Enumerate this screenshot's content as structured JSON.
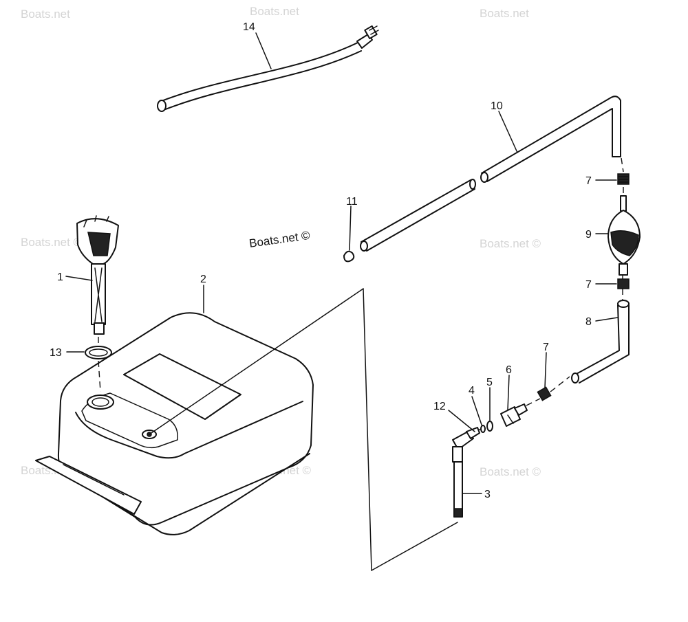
{
  "watermark": "Boats.net",
  "watermark_c": "Boats.net ©",
  "brand_label": "Boats.net ©",
  "callouts": {
    "c1": "1",
    "c2": "2",
    "c3": "3",
    "c4": "4",
    "c5": "5",
    "c6": "6",
    "c7a": "7",
    "c7b": "7",
    "c7c": "7",
    "c8": "8",
    "c9": "9",
    "c10": "10",
    "c11": "11",
    "c12": "12",
    "c13": "13",
    "c14": "14"
  },
  "colors": {
    "ink": "#111111",
    "watermark": "#d4d4d4",
    "background": "#ffffff"
  }
}
